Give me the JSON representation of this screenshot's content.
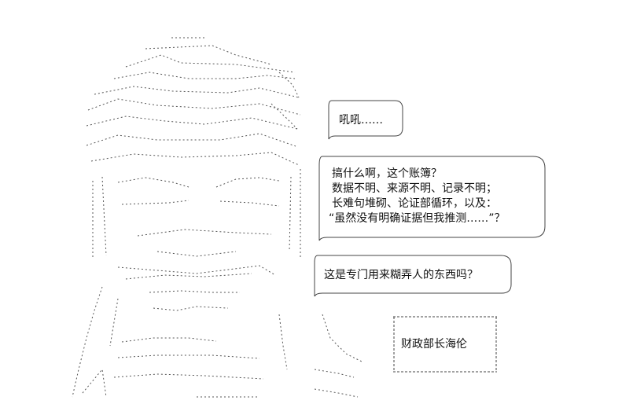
{
  "bubbles": {
    "small": {
      "lines": [
        "吼吼……"
      ]
    },
    "large": {
      "lines": [
        "搞什么啊，这个账簿？",
        "数据不明、来源不明、记录不明；",
        "长难句堆砌、论证部循环，以及：",
        "“虽然没有明确证据但我推测……”？"
      ]
    },
    "middle": {
      "lines": [
        "这是专门用来糊弄人的东西吗？"
      ]
    }
  },
  "caption": {
    "text": "财政部长海伦"
  },
  "colors": {
    "ink": "#333333",
    "background": "#ffffff"
  }
}
